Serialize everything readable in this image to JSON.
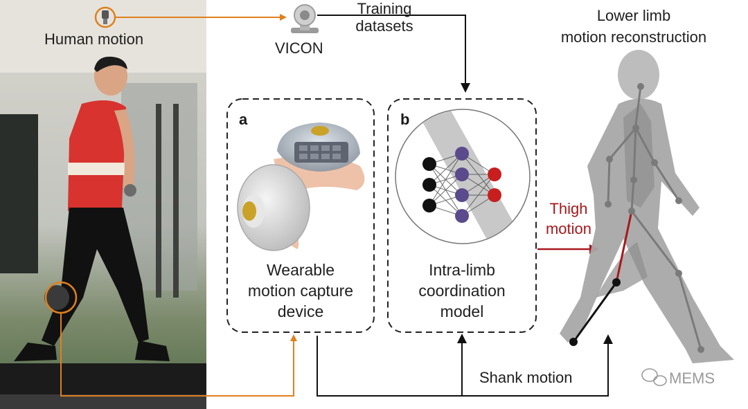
{
  "labels": {
    "human_motion": "Human motion",
    "vicon": "VICON",
    "training_line1": "Training",
    "training_line2": "datasets",
    "reconstruction_line1": "Lower limb",
    "reconstruction_line2": "motion reconstruction",
    "panel_a": "a",
    "panel_b": "b",
    "wearable_line1": "Wearable",
    "wearable_line2": "motion capture",
    "wearable_line3": "device",
    "model_line1": "Intra-limb",
    "model_line2": "coordination",
    "model_line3": "model",
    "thigh_line1": "Thigh",
    "thigh_line2": "motion",
    "shank_motion": "Shank motion",
    "watermark": "MEMS"
  },
  "colors": {
    "orange_connector": "#e0801e",
    "black_connector": "#111111",
    "thigh_red": "#a8181c",
    "network_purple": "#5b4a8c",
    "network_black": "#111111",
    "network_red": "#c81e1e",
    "silhouette_gray": "#a8a8a8"
  },
  "icons": [
    "camera-icon",
    "sensor-icon",
    "neural-network-icon",
    "wearable-device-icon",
    "walking-figure-icon",
    "wechat-icon"
  ]
}
